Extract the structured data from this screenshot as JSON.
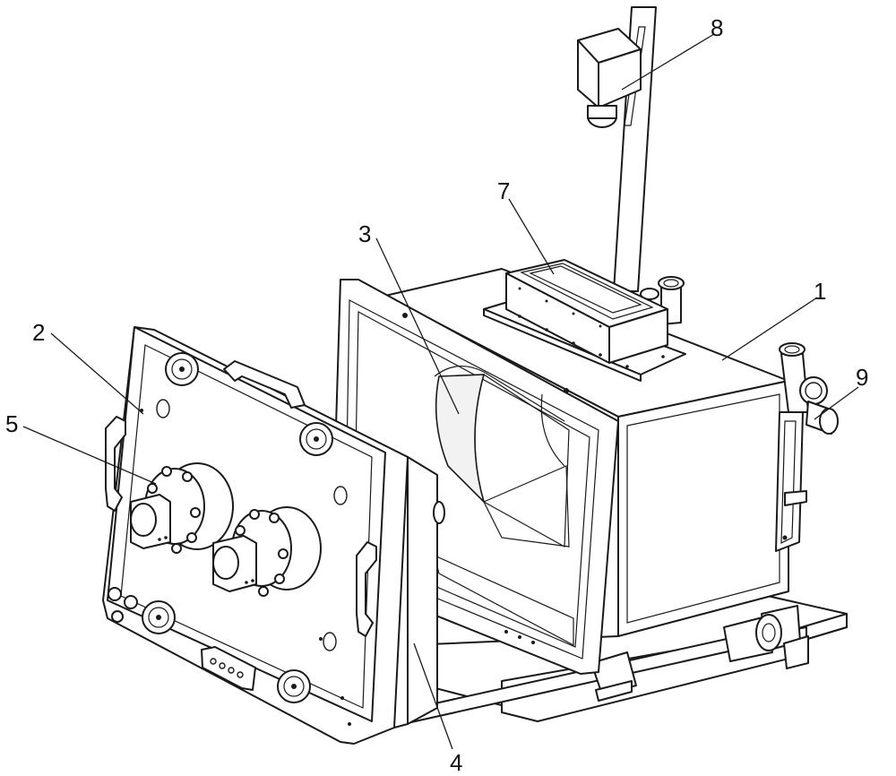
{
  "callouts": {
    "c1": "1",
    "c2": "2",
    "c3": "3",
    "c4": "4",
    "c5": "5",
    "c7": "7",
    "c8": "8",
    "c9": "9"
  }
}
